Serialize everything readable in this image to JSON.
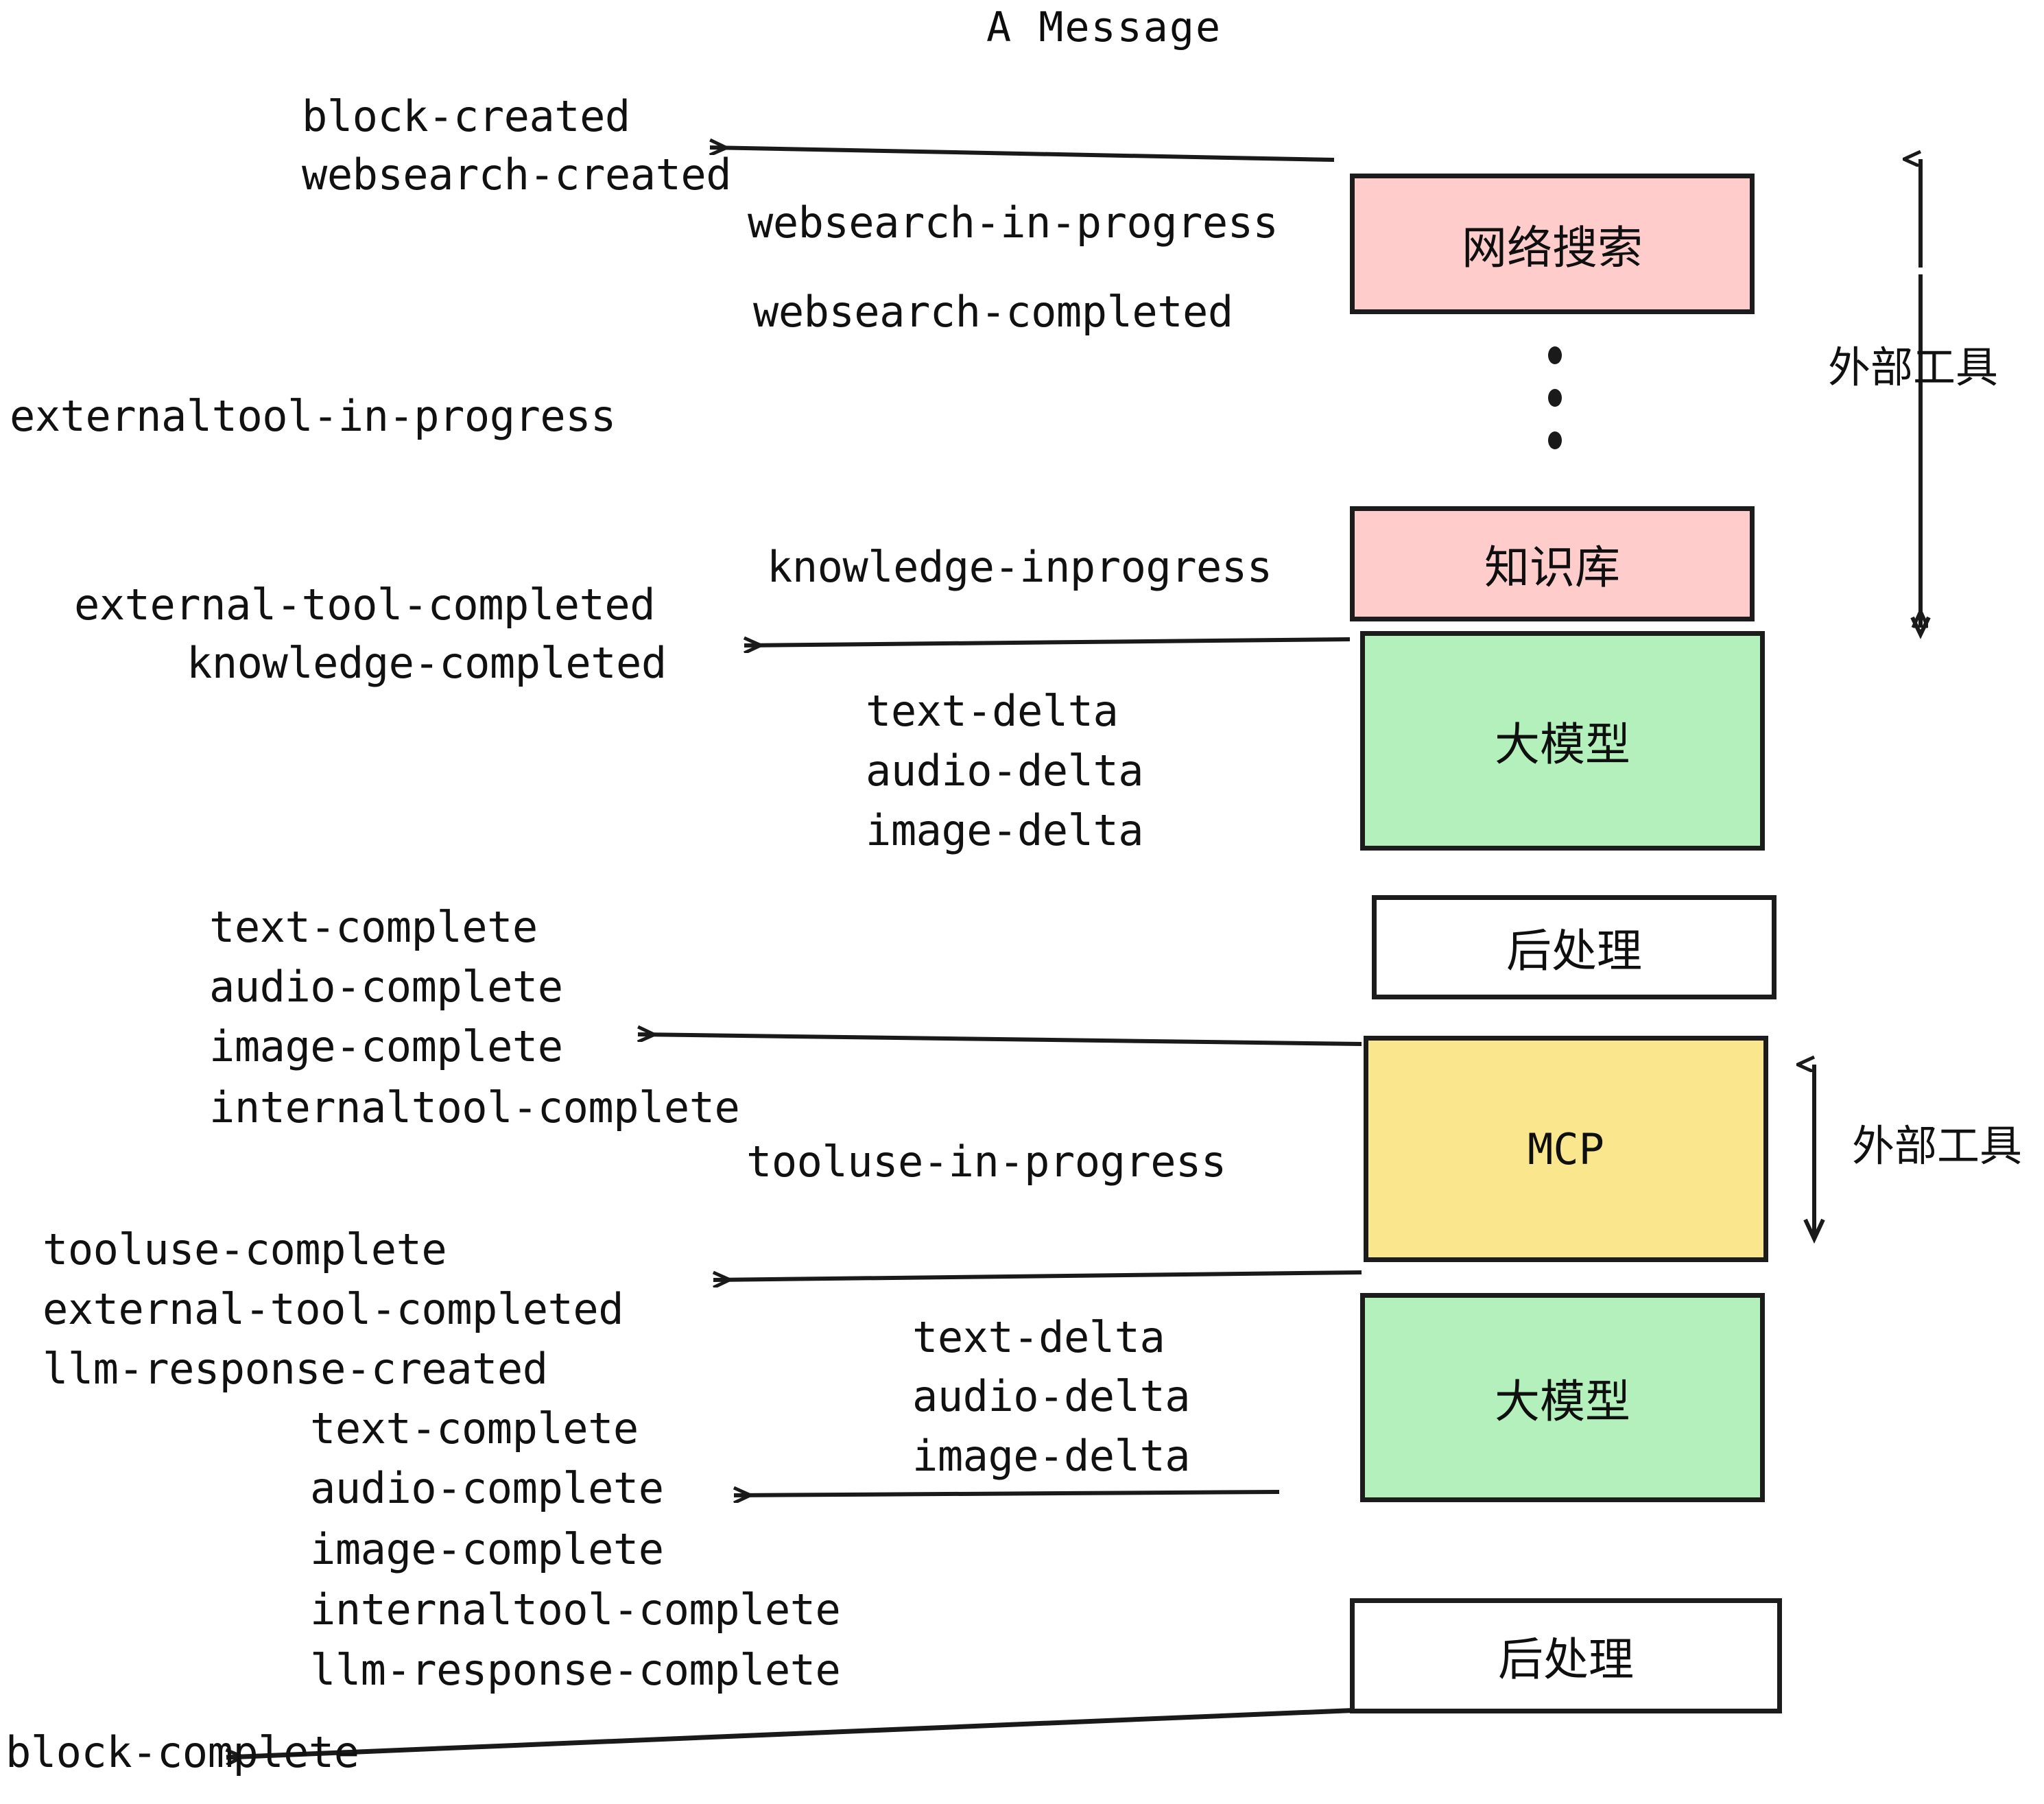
{
  "title": "A Message",
  "colors": {
    "pink": "#ffcccc",
    "green": "#b3f0bc",
    "yellow": "#fae78d",
    "white": "#ffffff",
    "stroke": "#1c1c1c",
    "text": "#111111"
  },
  "boxes": [
    {
      "id": "websearch",
      "label": "网络搜索",
      "fill": "#ffcccc"
    },
    {
      "id": "knowledge",
      "label": "知识库",
      "fill": "#ffcccc"
    },
    {
      "id": "llm-top",
      "label": "大模型",
      "fill": "#b3f0bc"
    },
    {
      "id": "post-top",
      "label": "后处理",
      "fill": "#ffffff"
    },
    {
      "id": "mcp",
      "label": "MCP",
      "fill": "#fae78d"
    },
    {
      "id": "llm-bottom",
      "label": "大模型",
      "fill": "#b3f0bc"
    },
    {
      "id": "post-bottom",
      "label": "后处理",
      "fill": "#ffffff"
    }
  ],
  "side_labels": [
    {
      "id": "external-tool-top",
      "label": "外部工具"
    },
    {
      "id": "external-tool-bottom",
      "label": "外部工具"
    }
  ],
  "events": [
    {
      "id": "block-created",
      "text": "block-created"
    },
    {
      "id": "websearch-created",
      "text": "websearch-created"
    },
    {
      "id": "websearch-in-progress",
      "text": "websearch-in-progress"
    },
    {
      "id": "websearch-completed",
      "text": "websearch-completed"
    },
    {
      "id": "externaltool-in-progress",
      "text": "externaltool-in-progress"
    },
    {
      "id": "knowledge-inprogress",
      "text": "knowledge-inprogress"
    },
    {
      "id": "external-tool-completed-1",
      "text": "external-tool-completed"
    },
    {
      "id": "knowledge-completed",
      "text": "knowledge-completed"
    },
    {
      "id": "text-delta-1",
      "text": "text-delta"
    },
    {
      "id": "audio-delta-1",
      "text": "audio-delta"
    },
    {
      "id": "image-delta-1",
      "text": "image-delta"
    },
    {
      "id": "text-complete-1",
      "text": "text-complete"
    },
    {
      "id": "audio-complete-1",
      "text": "audio-complete"
    },
    {
      "id": "image-complete-1",
      "text": "image-complete"
    },
    {
      "id": "internaltool-complete-1",
      "text": "internaltool-complete"
    },
    {
      "id": "tooluse-in-progress",
      "text": "tooluse-in-progress"
    },
    {
      "id": "tooluse-complete",
      "text": "tooluse-complete"
    },
    {
      "id": "external-tool-completed-2",
      "text": "external-tool-completed"
    },
    {
      "id": "llm-response-created",
      "text": "llm-response-created"
    },
    {
      "id": "text-delta-2",
      "text": "text-delta"
    },
    {
      "id": "audio-delta-2",
      "text": "audio-delta"
    },
    {
      "id": "image-delta-2",
      "text": "image-delta"
    },
    {
      "id": "text-complete-2",
      "text": "text-complete"
    },
    {
      "id": "audio-complete-2",
      "text": "audio-complete"
    },
    {
      "id": "image-complete-2",
      "text": "image-complete"
    },
    {
      "id": "internaltool-complete-2",
      "text": "internaltool-complete"
    },
    {
      "id": "llm-response-complete",
      "text": "llm-response-complete"
    },
    {
      "id": "block-complete",
      "text": "block-complete"
    }
  ]
}
